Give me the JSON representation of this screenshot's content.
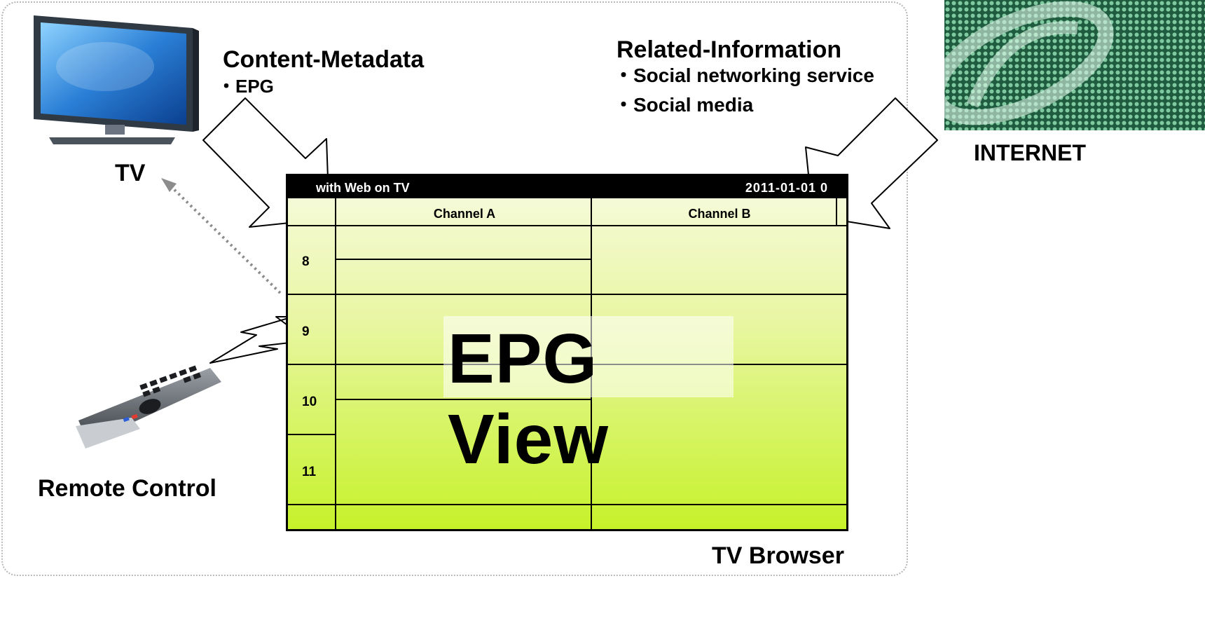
{
  "labels": {
    "tv": "TV",
    "remote": "Remote Control",
    "internet": "INTERNET",
    "browser": "TV Browser"
  },
  "content_metadata": {
    "title": "Content-Metadata",
    "items": [
      "・EPG"
    ]
  },
  "related_info": {
    "title": "Related-Information",
    "items": [
      "・Social networking service",
      "・Social media"
    ]
  },
  "epg": {
    "app_title": "with Web on TV",
    "clock": "2011-01-01 0",
    "channels": [
      "Channel A",
      "Channel B"
    ],
    "hours": [
      "8",
      "9",
      "10",
      "11"
    ],
    "overlay_title": "EPG View"
  },
  "colors": {
    "screen_top": "#f7fbe0",
    "screen_bottom": "#c6f22a",
    "tv_blue": "#2a7fd6",
    "internet_green": "#2f7a55"
  },
  "icons": {
    "tv": "tv-icon",
    "remote": "remote-control-icon",
    "internet": "internet-logo-icon"
  }
}
